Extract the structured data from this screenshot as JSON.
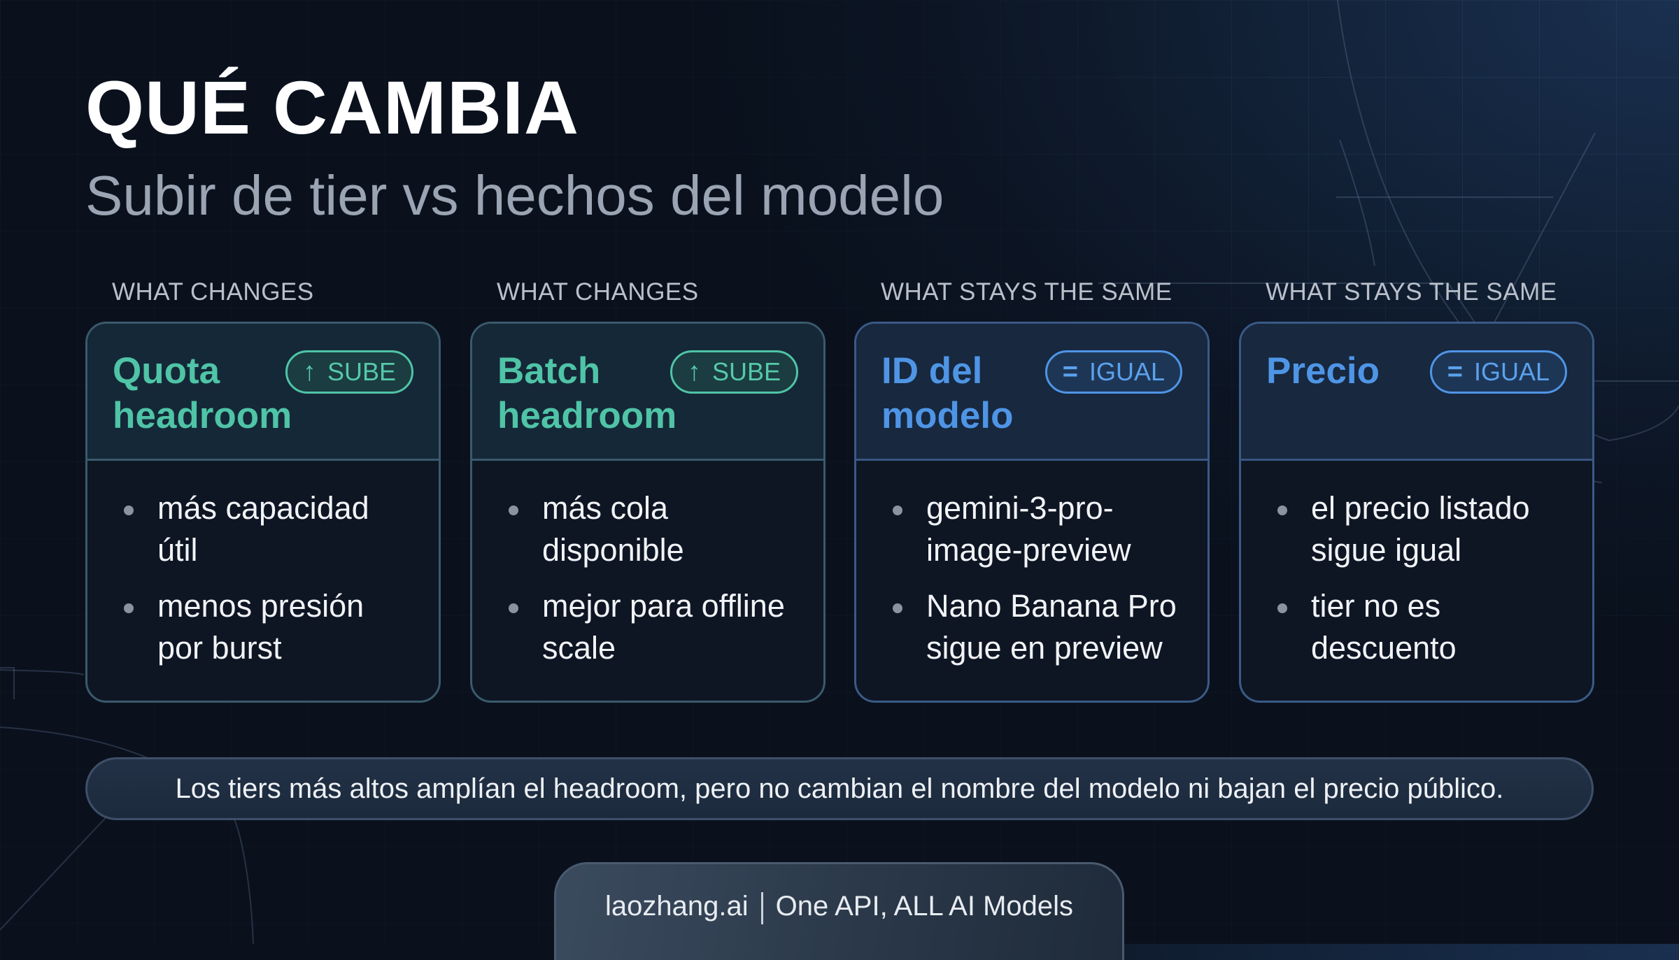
{
  "header": {
    "title": "QUÉ CAMBIA",
    "subtitle": "Subir de tier vs hechos del modelo"
  },
  "colors": {
    "green_accent": "#4fc4a6",
    "blue_accent": "#4f95e6",
    "background": "#0c1524"
  },
  "columns": [
    {
      "label": "WHAT CHANGES",
      "title": "Quota headroom",
      "badge": {
        "icon": "arrow-up-icon",
        "glyph": "↑",
        "text": "SUBE"
      },
      "bullets": [
        "más capacidad útil",
        "menos presión por burst"
      ]
    },
    {
      "label": "WHAT CHANGES",
      "title": "Batch headroom",
      "badge": {
        "icon": "arrow-up-icon",
        "glyph": "↑",
        "text": "SUBE"
      },
      "bullets": [
        "más cola disponible",
        "mejor para offline scale"
      ]
    },
    {
      "label": "WHAT STAYS THE SAME",
      "title": "ID del modelo",
      "badge": {
        "icon": "equals-icon",
        "glyph": "=",
        "text": "IGUAL"
      },
      "bullets": [
        "gemini-3-pro-image-preview",
        "Nano Banana Pro sigue en preview"
      ]
    },
    {
      "label": "WHAT STAYS THE SAME",
      "title": "Precio",
      "badge": {
        "icon": "equals-icon",
        "glyph": "=",
        "text": "IGUAL"
      },
      "bullets": [
        "el precio listado sigue igual",
        "tier no es descuento"
      ]
    }
  ],
  "banner": {
    "text": "Los tiers más altos amplían el headroom, pero no cambian el nombre del modelo ni bajan el precio público."
  },
  "footer": {
    "brand": "laozhang.ai",
    "tagline": "One API, ALL AI Models"
  }
}
